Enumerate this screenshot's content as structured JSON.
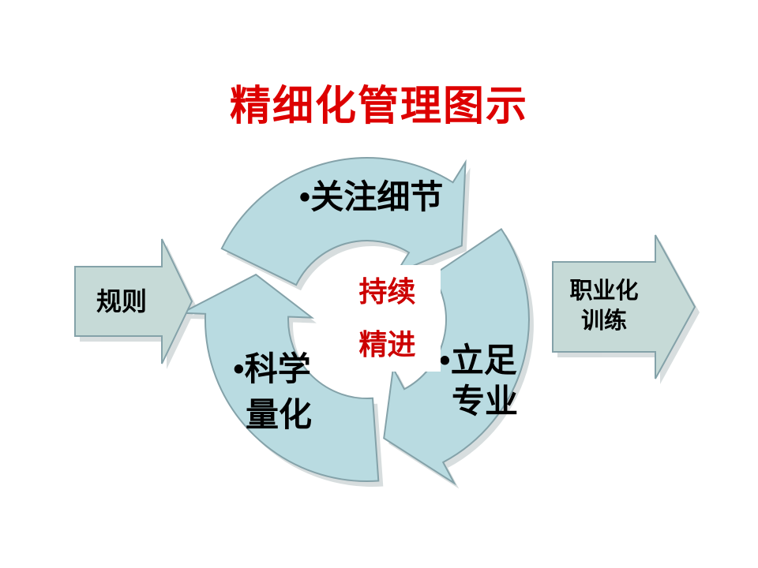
{
  "slide": {
    "background": "#ffffff",
    "title": {
      "text": "精细化管理图示",
      "color": "#dd0000"
    }
  },
  "diagram": {
    "shadow_color": "#a8b6b8",
    "cycle": {
      "type": "cycle",
      "direction": "clockwise",
      "fill": "#b9dbe1",
      "stroke": "#84a2a9",
      "labels": {
        "top": "•关注细节",
        "bottom_left_line1": "•科学",
        "bottom_left_line2": "量化",
        "right_line1": "•立足",
        "right_line2": "专业"
      },
      "center_box": {
        "line1": "持续",
        "line2": "精进",
        "color": "#cc0000",
        "background": "#ffffff"
      }
    },
    "left_arrow": {
      "label": "规则",
      "fill": "#c6dad7",
      "stroke": "#84a2a9"
    },
    "right_arrow": {
      "line1": "职业化",
      "line2": "训练",
      "fill": "#c6dad7",
      "stroke": "#84a2a9"
    }
  }
}
